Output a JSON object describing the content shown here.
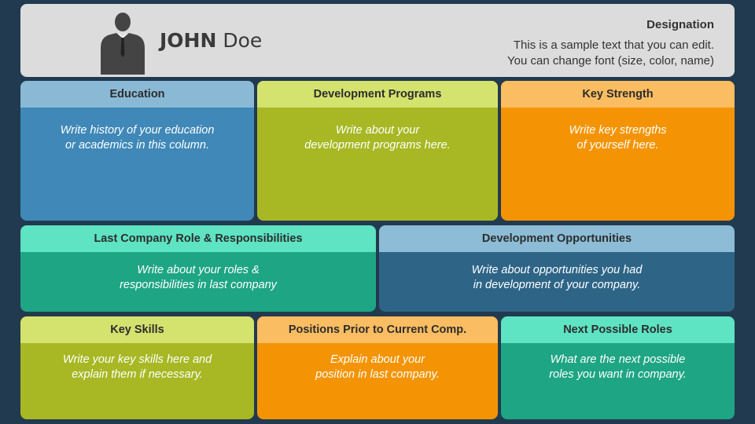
{
  "header": {
    "name_first": "JOHN",
    "name_last": "Doe",
    "designation": "Designation",
    "sample_line1": "This is a sample text that you can edit.",
    "sample_line2": "You can change font (size, color, name)"
  },
  "colors": {
    "background": "#223a4f",
    "blue": "#3f88b8",
    "blue_head": "#8ab9d6",
    "green": "#a7b824",
    "green_head": "#d4e26e",
    "orange": "#f49405",
    "orange_head": "#fbbd61",
    "teal": "#1ea584",
    "teal_head": "#5ee3c3",
    "slate": "#2e6587",
    "slate_head": "#8cbcd6"
  },
  "cards": [
    {
      "title": "Education",
      "line1": "Write history of your education",
      "line2": "or academics in this column."
    },
    {
      "title": "Development Programs",
      "line1": "Write about your",
      "line2": "development programs here."
    },
    {
      "title": "Key Strength",
      "line1": "Write key strengths",
      "line2": "of yourself here."
    },
    {
      "title": "Last Company Role & Responsibilities",
      "line1": "Write about your roles &",
      "line2": "responsibilities in last company"
    },
    {
      "title": "Development Opportunities",
      "line1": "Write about opportunities you had",
      "line2": "in development of your company."
    },
    {
      "title": "Key Skills",
      "line1": "Write your key skills here and",
      "line2": "explain them if necessary."
    },
    {
      "title": "Positions Prior to Current Comp.",
      "line1": "Explain about your",
      "line2": "position in last company."
    },
    {
      "title": "Next Possible Roles",
      "line1": "What are the next possible",
      "line2": "roles you want in company."
    }
  ]
}
